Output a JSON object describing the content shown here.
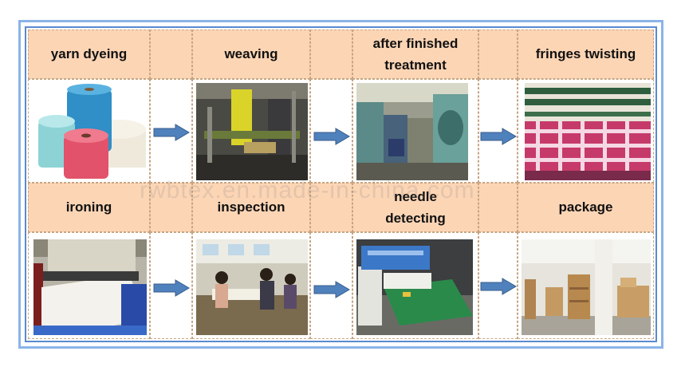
{
  "row1": {
    "step1": "yarn dyeing",
    "step2": "weaving",
    "step3": "after finished\ntreatment",
    "step4": "fringes twisting"
  },
  "row2": {
    "step1": "ironing",
    "step2": "inspection",
    "step3": "needle\ndetecting",
    "step4": "package"
  },
  "watermark": "rwbtex.en.made-in-china.com",
  "colors": {
    "header_fill": "#fcd5b5",
    "arrow": "#4f81bd",
    "border": "#5a8ad0"
  }
}
